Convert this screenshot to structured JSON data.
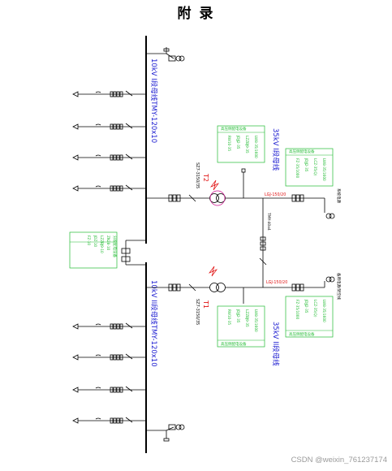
{
  "title": "附 录",
  "watermark": "CSDN @weixin_761237174",
  "colors": {
    "line": "#000000",
    "bus_label": "#1a1ad0",
    "green": "#22bb33",
    "red": "#e01010",
    "magenta": "#d01090"
  },
  "bus10_upper": {
    "label": "10kV I段母线TMY-120x10"
  },
  "bus10_lower": {
    "label": "10kV II段母线TMY-120x10"
  },
  "bus35_upper": {
    "label": "35kV I段母线"
  },
  "bus35_lower": {
    "label": "35kV II段母线"
  },
  "transformers": {
    "t2": {
      "name": "T2",
      "model": "SZ7-3150/35"
    },
    "t1": {
      "name": "T1",
      "model": "SZ7-3150/35"
    }
  },
  "lines": {
    "upper_incoming": "LGJ-150/20",
    "lower_incoming": "LGJ-150/20",
    "tie": "TMY-40x4",
    "upper_source": "系统电源",
    "lower_source": "备用电源/架空线"
  },
  "equipment_tables": {
    "green_upper_left": {
      "header": "高压侧配电设备",
      "items": [
        "LW8-35/1600",
        "LZZBJ9-35",
        "JDJJ2-35",
        "RW10-35"
      ]
    },
    "green_upper_right": {
      "header": "高压侧配电设备",
      "items": [
        "LW8-35/1600",
        "LCZ-35(Q)",
        "JDJJ2-35",
        "FZ-35/1000"
      ]
    },
    "green_lower_left": {
      "header": "高压侧配电设备",
      "items": [
        "LW8-35/1600",
        "LZZBJ9-35",
        "JDJJ2-35",
        "RW10-35"
      ]
    },
    "green_lower_right": {
      "header": "高压侧配电设备",
      "items": [
        "LW8-35/1600",
        "LCZ-35(Q)",
        "JDJJ2-35",
        "FZ-35/1000"
      ]
    },
    "green_left_tie": {
      "header": "分段配电设备",
      "items": [
        "ZN28-10",
        "LZZBJ9-10",
        "JDZ-10",
        "FZ-10"
      ]
    }
  }
}
